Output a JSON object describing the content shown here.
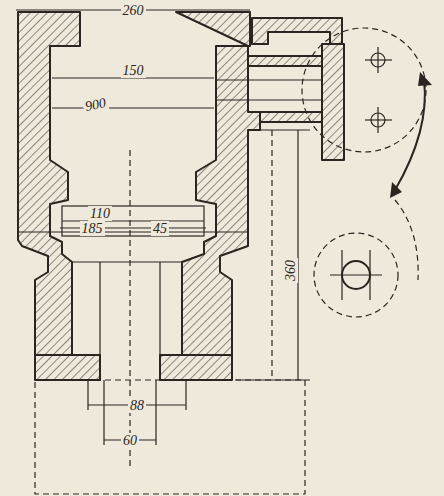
{
  "diagram": {
    "labels": [
      "260",
      "150",
      "900",
      "110",
      "185",
      "45",
      "360",
      "88",
      "60"
    ]
  }
}
